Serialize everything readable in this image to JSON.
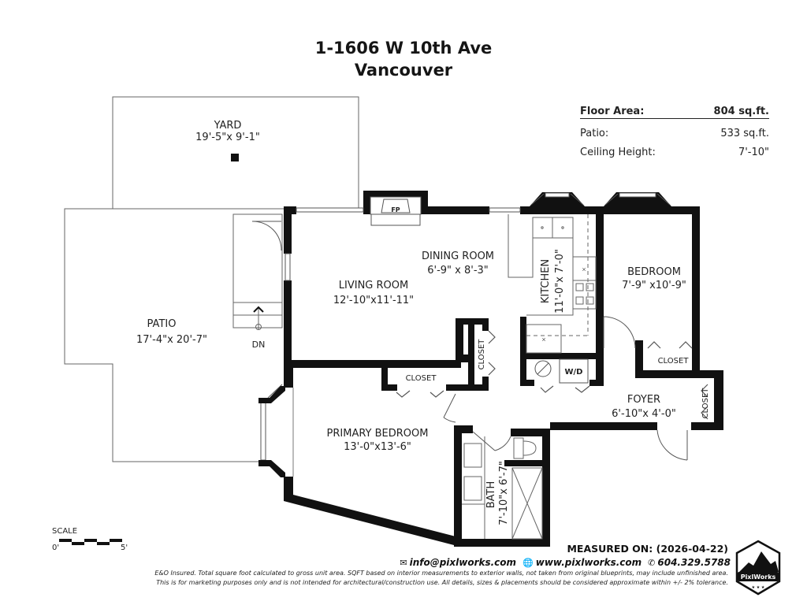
{
  "header": {
    "address": "1-1606 W 10th Ave",
    "city": "Vancouver"
  },
  "stats": {
    "floor_area_label": "Floor Area:",
    "floor_area_value": "804 sq.ft.",
    "patio_label": "Patio:",
    "patio_value": "533 sq.ft.",
    "ceiling_label": "Ceiling Height:",
    "ceiling_value": "7'-10\""
  },
  "rooms": {
    "yard": {
      "name": "YARD",
      "dims": "19'-5\"x 9'-1\""
    },
    "patio": {
      "name": "PATIO",
      "dims": "17'-4\"x 20'-7\""
    },
    "dining": {
      "name": "DINING ROOM",
      "dims": "6'-9\" x 8'-3\""
    },
    "living": {
      "name": "LIVING ROOM",
      "dims": "12'-10\"x11'-11\""
    },
    "kitchen": {
      "name": "KITCHEN",
      "dims": "11'-0\"x 7'-0\""
    },
    "bedroom": {
      "name": "BEDROOM",
      "dims": "7'-9\" x10'-9\""
    },
    "primary": {
      "name": "PRIMARY BEDROOM",
      "dims": "13'-0\"x13'-6\""
    },
    "foyer": {
      "name": "FOYER",
      "dims": "6'-10\"x 4'-0\""
    },
    "bath": {
      "name": "BATH",
      "dims": "7'-10\"x 6'-7\""
    }
  },
  "fixtures": {
    "fireplace": "FP",
    "washer_dryer": "W/D",
    "stairs_down": "DN",
    "closet": "CLOSET"
  },
  "scale": {
    "label": "SCALE",
    "start": "0'",
    "end": "5'"
  },
  "footer": {
    "measured_on": "MEASURED ON: (2026-04-22)",
    "email": "info@pixlworks.com",
    "website": "www.pixlworks.com",
    "phone": "604.329.5788",
    "disclaimer_1": "E&O Insured.  Total square foot calculated to gross unit area. SQFT based on interior measurements to exterior walls, not taken from original blueprints, may include unfinished area.",
    "disclaimer_2": "This is for marketing purposes only and is not intended for architectural/construction use.  All details, sizes & placements should be considered approximate within +/- 2%  tolerance.",
    "logo_text": "PixlWorks"
  },
  "colors": {
    "wall": "#111111",
    "line": "#555555",
    "background": "#ffffff"
  }
}
